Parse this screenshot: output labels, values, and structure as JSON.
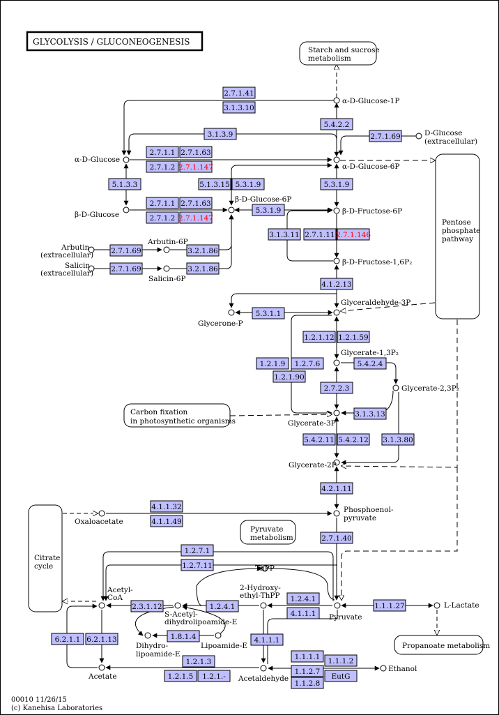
{
  "title": "GLYCOLYSIS / GLUCONEOGENESIS",
  "footer": {
    "code": "00010 11/26/15",
    "copyright": "(c) Kanehisa Laboratories"
  },
  "maps": {
    "starch": [
      "Starch and sucrose",
      "metabolism"
    ],
    "pentose": [
      "Pentose",
      "phosphate",
      "pathway"
    ],
    "carbon": [
      "Carbon fixation",
      "in photosynthetic organisms"
    ],
    "citrate": [
      "Citrate",
      "cycle"
    ],
    "pyruvate": [
      "Pyruvate",
      "metabolism"
    ],
    "propanoate": [
      "Propanoate metabolism"
    ]
  },
  "compounds": {
    "aglc1p": [
      "α-D-Glucose-1P"
    ],
    "dglc": [
      "D-Glucose",
      "(extracellular)"
    ],
    "aglc": [
      "α-D-Glucose"
    ],
    "aglc6p": [
      "α-D-Glucose-6P"
    ],
    "bglc": [
      "β-D-Glucose"
    ],
    "bglc6p": [
      "β-D-Glucose-6P"
    ],
    "bfru6p": [
      "β-D-Fructose-6P"
    ],
    "arbutin": [
      "Arbutin",
      "(extracellular)"
    ],
    "arbutin6p": [
      "Arbutin-6P"
    ],
    "salicin": [
      "Salicin",
      "(extracellular)"
    ],
    "salicin6p": [
      "Salicin-6P"
    ],
    "bfru16p": [
      "β-D-Fructose-1,6P₂"
    ],
    "g3p": [
      "Glyceraldehyde-3P"
    ],
    "glyp": [
      "Glycerone-P"
    ],
    "g13p": [
      "Glycerate-1,3P₂"
    ],
    "g23p": [
      "Glycerate-2,3P₂"
    ],
    "g3pate": [
      "Glycerate-3P"
    ],
    "g2p": [
      "Glycerate-2P"
    ],
    "pep": [
      "Phosphoenol-",
      "pyruvate"
    ],
    "oxalo": [
      "Oxaloacetate"
    ],
    "thpp": [
      "ThPP"
    ],
    "hethpp": [
      "2-Hydroxy-",
      "ethyl-ThPP"
    ],
    "acoa": [
      "Acetyl-",
      "CoA"
    ],
    "sadl": [
      "S-Acetyl-",
      "dihydrolipoamide-E"
    ],
    "dihl": [
      "Dihydro-",
      "lipoamide-E"
    ],
    "lipo": [
      "Lipoamide-E"
    ],
    "pyr": [
      "Pyruvate"
    ],
    "llac": [
      "L-Lactate"
    ],
    "acetate": [
      "Acetate"
    ],
    "acald": [
      "Acetaldehyde"
    ],
    "ethanol": [
      "Ethanol"
    ]
  },
  "enzymes": [
    {
      "id": "e1",
      "label": "2.7.1.41"
    },
    {
      "id": "e2",
      "label": "3.1.3.10"
    },
    {
      "id": "e3",
      "label": "5.4.2.2"
    },
    {
      "id": "e4",
      "label": "3.1.3.9"
    },
    {
      "id": "e5",
      "label": "2.7.1.69"
    },
    {
      "id": "e6",
      "label": "2.7.1.1"
    },
    {
      "id": "e7",
      "label": "2.7.1.63"
    },
    {
      "id": "e8",
      "label": "2.7.1.2"
    },
    {
      "id": "e9",
      "label": "2.7.1.147",
      "red": true
    },
    {
      "id": "e10",
      "label": "5.1.3.3"
    },
    {
      "id": "e11",
      "label": "5.1.3.15"
    },
    {
      "id": "e12",
      "label": "5.3.1.9"
    },
    {
      "id": "e13",
      "label": "5.3.1.9"
    },
    {
      "id": "e14",
      "label": "2.7.1.1"
    },
    {
      "id": "e15",
      "label": "2.7.1.63"
    },
    {
      "id": "e16",
      "label": "2.7.1.2"
    },
    {
      "id": "e17",
      "label": "2.7.1.147",
      "red": true
    },
    {
      "id": "e18",
      "label": "5.3.1.9"
    },
    {
      "id": "e19",
      "label": "3.1.3.11"
    },
    {
      "id": "e20",
      "label": "2.7.1.11"
    },
    {
      "id": "e21",
      "label": "2.7.1.146",
      "red": true
    },
    {
      "id": "e22",
      "label": "2.7.1.69"
    },
    {
      "id": "e23",
      "label": "3.2.1.86"
    },
    {
      "id": "e24",
      "label": "2.7.1.69"
    },
    {
      "id": "e25",
      "label": "3.2.1.86"
    },
    {
      "id": "e26",
      "label": "4.1.2.13"
    },
    {
      "id": "e27",
      "label": "5.3.1.1"
    },
    {
      "id": "e28",
      "label": "1.2.1.12"
    },
    {
      "id": "e29",
      "label": "1.2.1.59"
    },
    {
      "id": "e30",
      "label": "1.2.1.9"
    },
    {
      "id": "e31",
      "label": "1.2.7.6"
    },
    {
      "id": "e32",
      "label": "5.4.2.4"
    },
    {
      "id": "e33",
      "label": "1.2.1.90"
    },
    {
      "id": "e34",
      "label": "2.7.2.3"
    },
    {
      "id": "e35",
      "label": "3.1.3.13"
    },
    {
      "id": "e36",
      "label": "5.4.2.11"
    },
    {
      "id": "e37",
      "label": "5.4.2.12"
    },
    {
      "id": "e38",
      "label": "3.1.3.80"
    },
    {
      "id": "e39",
      "label": "4.2.1.11"
    },
    {
      "id": "e40",
      "label": "4.1.1.32"
    },
    {
      "id": "e41",
      "label": "4.1.1.49"
    },
    {
      "id": "e42",
      "label": "2.7.1.40"
    },
    {
      "id": "e43",
      "label": "1.2.7.1"
    },
    {
      "id": "e44",
      "label": "1.2.7.11"
    },
    {
      "id": "e45",
      "label": "2.3.1.12"
    },
    {
      "id": "e46",
      "label": "1.2.4.1"
    },
    {
      "id": "e47",
      "label": "1.2.4.1"
    },
    {
      "id": "e48",
      "label": "4.1.1.1"
    },
    {
      "id": "e49",
      "label": "1.1.1.27"
    },
    {
      "id": "e50",
      "label": "1.8.1.4"
    },
    {
      "id": "e51",
      "label": "4.1.1.1"
    },
    {
      "id": "e52",
      "label": "6.2.1.1"
    },
    {
      "id": "e53",
      "label": "6.2.1.13"
    },
    {
      "id": "e54",
      "label": "1.2.1.3"
    },
    {
      "id": "e55",
      "label": "1.2.1.5"
    },
    {
      "id": "e56",
      "label": "1.2.1.-"
    },
    {
      "id": "e57",
      "label": "1.1.1.1"
    },
    {
      "id": "e58",
      "label": "1.1.1.2"
    },
    {
      "id": "e59",
      "label": "1.1.2.7"
    },
    {
      "id": "e60",
      "label": "EutG"
    },
    {
      "id": "e61",
      "label": "1.1.2.8"
    }
  ]
}
